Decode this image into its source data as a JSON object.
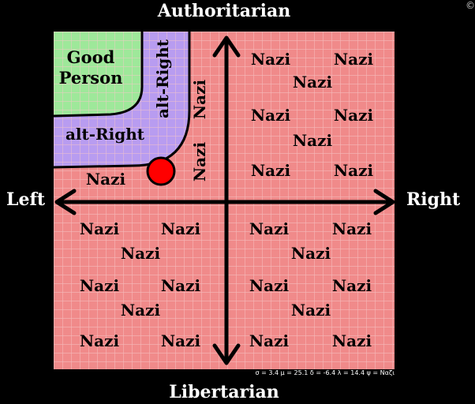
{
  "axes": {
    "top": "Authoritarian",
    "bottom": "Libertarian",
    "left": "Left",
    "right": "Right"
  },
  "corner_glyph": "©",
  "zones": {
    "good_person_line1": "Good",
    "good_person_line2": "Person",
    "alt_right_horizontal": "alt-Right",
    "alt_right_vertical": "alt-Right"
  },
  "nazi_label": "Nazi",
  "stats": "σ = 3.4   μ = 25.1   δ = -6.4   λ = 14.4   ψ = Ναζι",
  "colors": {
    "nazi_zone": "#f08a8a",
    "good_zone": "#9ee89a",
    "alt_right_zone": "#b89cf0",
    "marker": "#ff0000",
    "grid": "#f7c8c8"
  }
}
